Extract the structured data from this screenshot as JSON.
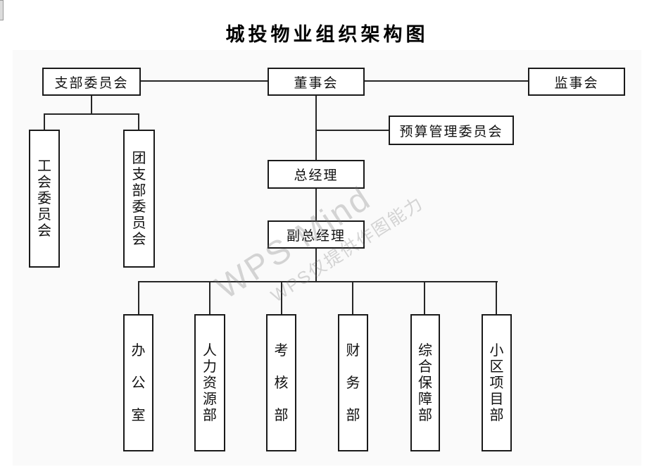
{
  "title": "城投物业组织架构图",
  "watermark": {
    "line1": "WPS Mind",
    "line2": "WPS仅提供作图能力"
  },
  "org": {
    "party_branch": {
      "label": "支部委员会"
    },
    "party_children": [
      {
        "label": "工会委员会"
      },
      {
        "label": "团支部委员会"
      }
    ],
    "board": {
      "label": "董事会"
    },
    "supervisory_board": {
      "label": "监事会"
    },
    "budget_committee": {
      "label": "预算管理委员会"
    },
    "general_manager": {
      "label": "总经理"
    },
    "deputy_general_manager": {
      "label": "副总经理"
    },
    "departments": [
      {
        "label": "办公室"
      },
      {
        "label": "人力资源部"
      },
      {
        "label": "考核部"
      },
      {
        "label": "财务部"
      },
      {
        "label": "综合保障部"
      },
      {
        "label": "小区项目部"
      }
    ]
  },
  "colors": {
    "connector": "#262626",
    "box_border": "#1a1a1a",
    "box_fill": "#ffffff",
    "canvas_background": "#fafafa",
    "page_background": "#ffffff",
    "watermark": "rgba(110,110,110,0.28)"
  }
}
